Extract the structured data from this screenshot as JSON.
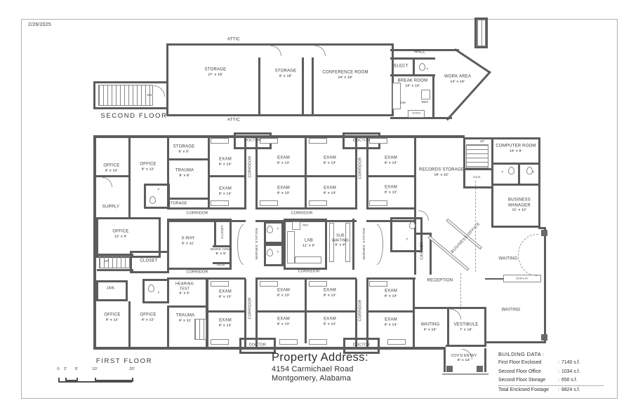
{
  "page": {
    "date": "2/26/2025",
    "wall_color": "#5c5c5c",
    "text_color": "#3a3a3a"
  },
  "second_floor": {
    "section_label": "SECOND FLOOR",
    "attic": "ATTIC",
    "dn": "DN",
    "storage_large": {
      "name": "STORAGE",
      "dims": "27' x 18'"
    },
    "storage_small": {
      "name": "STORAGE",
      "dims": "8' x 18'"
    },
    "conference_room": {
      "name": "CONFERENCE ROOM",
      "dims": "24' x 18'"
    },
    "hall": "HALL",
    "elect": "ELECT.",
    "toilet": "T",
    "break_room": {
      "name": "BREAK ROOM",
      "dims": "10' x 10'"
    },
    "work_area": {
      "name": "WORK AREA",
      "dims": "14' x 16'"
    },
    "ref": "REF.",
    "dw": "DW",
    "oven": "OVEN"
  },
  "first_floor": {
    "section_label": "FIRST FLOOR",
    "office_nw_1": {
      "name": "OFFICE",
      "dims": "8' x 13'"
    },
    "office_nw_2": {
      "name": "OFFICE",
      "dims": "8' x 12'"
    },
    "storage_north": {
      "name": "STORAGE",
      "dims": "8' x 5'"
    },
    "trauma_north": {
      "name": "TRAUMA",
      "dims": "8' x 8'"
    },
    "supply": "SUPPLY",
    "storage_closet": "STORAGE",
    "corridor": "CORRIDOR",
    "doctor": "DOCTOR",
    "exam": {
      "name": "EXAM",
      "dims": "8' x 13'"
    },
    "records_storage": {
      "name": "RECORDS STORAGE",
      "dims": "16' x 22'"
    },
    "up": "UP",
    "clo": "CLO.",
    "computer_room": {
      "name": "COMPUTER ROOM",
      "dims": "14' x 9'"
    },
    "business_manager": {
      "name": "BUSINESS",
      "name2": "MANAGER",
      "dims": "11' x 12'"
    },
    "office_west": {
      "name": "OFFICE",
      "dims": "12' x 9'"
    },
    "closet_west": "CLOSET",
    "xray": {
      "name": "X-RAY",
      "dims": "8' x 11'"
    },
    "closet_xray": "CLOSET",
    "work_area": {
      "name": "WORK AREA",
      "dims": "6' x 5'"
    },
    "desk": "DESK",
    "nurses_station": "NURSES' STATION",
    "lab": {
      "name": "LAB",
      "dims": "11' x 9'"
    },
    "ref": "REF.",
    "sub_waiting": {
      "name": "SUB",
      "name2": "WAITING",
      "dims": "6' x 9'"
    },
    "cashier": "CASHIER",
    "business_office": "BUSINESS OFFICE",
    "reception": "RECEPTION",
    "waiting": "WAITING",
    "display": "DISPLAY",
    "jan": "JAN.",
    "toilet": "T",
    "hearing_test": {
      "name": "HEARING",
      "name2": "TEST",
      "dims": "6' x 5'"
    },
    "office_sw_1": {
      "name": "OFFICE",
      "dims": "8' x 12'"
    },
    "office_sw_2": {
      "name": "OFFICE",
      "dims": "8' x 12'"
    },
    "trauma_south": {
      "name": "TRAUMA",
      "dims": "9' x 11'"
    },
    "waiting_small": {
      "name": "WAITING",
      "dims": "6' x 10'"
    },
    "vestibule": {
      "name": "VESTIBULE",
      "dims": "7' x 10'"
    },
    "covd_entry": {
      "name": "COV'D ENTRY",
      "dims": "8' x 14'"
    }
  },
  "address": {
    "title": "Property Address:",
    "line1": "4154 Carmichael Road",
    "line2": "Montgomery, Alabama"
  },
  "building_data": {
    "title": "BUILDING DATA :",
    "colon": ":",
    "rows": [
      {
        "label": "First Floor Enclosed",
        "value": "7140 s.f."
      },
      {
        "label": "Second Floor Office",
        "value": "1034 s.f."
      },
      {
        "label": "Second Floor Storage",
        "value": "650 s.f."
      },
      {
        "label": "Total Enclosed Footage",
        "value": "8824 s.f."
      }
    ]
  },
  "scale_bar": {
    "ticks": [
      "0",
      "2'",
      "5'",
      "10'",
      "20'"
    ]
  }
}
